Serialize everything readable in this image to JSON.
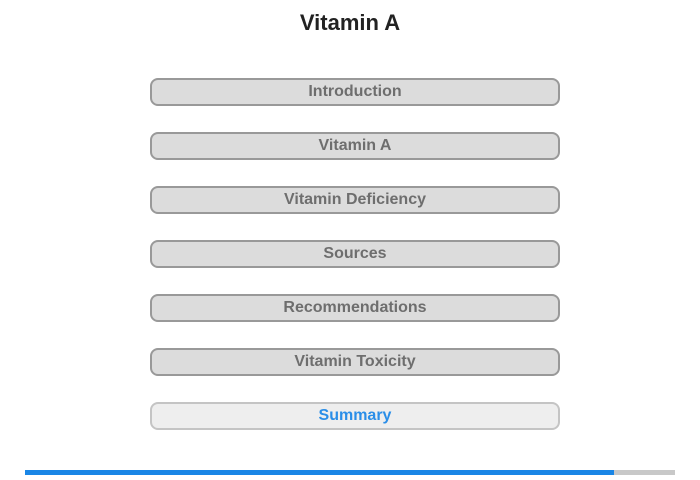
{
  "title": "Vitamin A",
  "menu": {
    "items": [
      {
        "label": "Introduction",
        "active": false
      },
      {
        "label": "Vitamin A",
        "active": false
      },
      {
        "label": "Vitamin Deficiency",
        "active": false
      },
      {
        "label": "Sources",
        "active": false
      },
      {
        "label": "Recommendations",
        "active": false
      },
      {
        "label": "Vitamin Toxicity",
        "active": false
      },
      {
        "label": "Summary",
        "active": true
      }
    ]
  },
  "progress": {
    "fraction": 0.9062
  },
  "colors": {
    "accent": "#1a86e6",
    "active_text": "#2a8ee8",
    "button_bg": "#dcdcdc",
    "button_border": "#999999"
  }
}
